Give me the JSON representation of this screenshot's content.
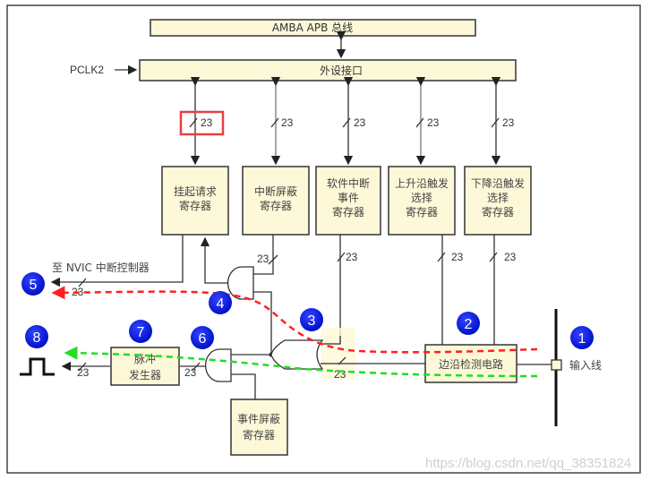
{
  "bus": {
    "label": "AMBA APB 总线"
  },
  "interface": {
    "label": "外设接口",
    "clock": "PCLK2"
  },
  "width_label": "23",
  "registers": [
    {
      "line1": "挂起请求",
      "line2": "寄存器",
      "line3": ""
    },
    {
      "line1": "中断屏蔽",
      "line2": "寄存器",
      "line3": ""
    },
    {
      "line1": "软件中断",
      "line2": "事件",
      "line3": "寄存器"
    },
    {
      "line1": "上升沿触发",
      "line2": "选择",
      "line3": "寄存器"
    },
    {
      "line1": "下降沿触发",
      "line2": "选择",
      "line3": "寄存器"
    }
  ],
  "nvic_label": "至 NVIC 中断控制器",
  "pulse_gen": {
    "line1": "脉冲",
    "line2": "发生器"
  },
  "event_mask": {
    "line1": "事件屏蔽",
    "line2": "寄存器"
  },
  "edge_detect": {
    "label": "边沿检测电路"
  },
  "input_line": {
    "label": "输入线"
  },
  "badges": [
    "1",
    "2",
    "3",
    "4",
    "5",
    "6",
    "7",
    "8"
  ],
  "colors": {
    "badge": "#0a1ee6",
    "interrupt_path": "#ff2020",
    "event_path": "#22dd22",
    "highlight_box": "#e84040"
  },
  "watermark": "https://blog.csdn.net/qq_38351824"
}
